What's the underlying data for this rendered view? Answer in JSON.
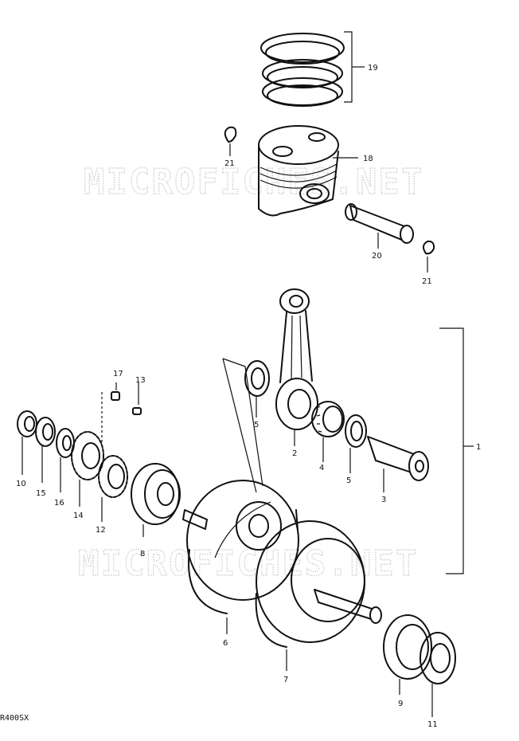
{
  "watermark": {
    "text": "MICROFICHES.NET"
  },
  "model_code": "R400SX",
  "callouts": {
    "c1": "1",
    "c2": "2",
    "c3": "3",
    "c4": "4",
    "c5a": "5",
    "c5b": "5",
    "c6": "6",
    "c7": "7",
    "c8": "8",
    "c9": "9",
    "c10": "10",
    "c11": "11",
    "c12": "12",
    "c13": "13",
    "c14": "14",
    "c15": "15",
    "c16": "16",
    "c17": "17",
    "c18": "18",
    "c19": "19",
    "c20": "20",
    "c21a": "21",
    "c21b": "21"
  }
}
